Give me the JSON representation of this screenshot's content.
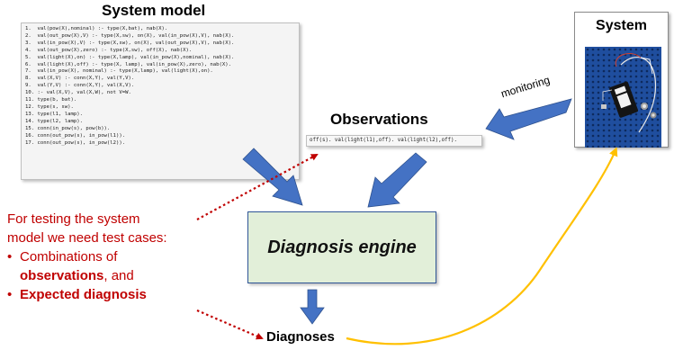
{
  "system_model": {
    "title": "System model",
    "code_lines": [
      "1.  val(pow(X),nominal) :- type(X,bat), nab(X).",
      "2.  val(out_pow(X),V) :- type(X,sw), on(X), val(in_pow(X),V), nab(X).",
      "3.  val(in_pow(X),V) :- type(X,sw), on(X), val(out_pow(X),V), nab(X).",
      "4.  val(out_pow(X),zero) :- type(X,sw), off(X), nab(X).",
      "5.  val(light(X),on) :- type(X,lamp), val(in_pow(X),nominal), nab(X).",
      "6.  val(light(X),off) :- type(X, lamp), val(in_pow(X),zero), nab(X).",
      "7.  val(in_pow(X), nominal) :- type(X,lamp), val(light(X),on).",
      "8.  val(X,V) :- conn(X,Y), val(Y,V).",
      "9.  val(Y,V) :- conn(X,Y), val(X,V).",
      "10. :- val(X,V), val(X,W), not V=W.",
      "11. type(b, bat).",
      "12. type(s, sw).",
      "13. type(l1, lamp).",
      "14. type(l2, lamp).",
      "15. conn(in_pow(s), pow(b)).",
      "16. conn(out_pow(s), in_pow(l1)).",
      "17. conn(out_pow(s), in_pow(l2))."
    ]
  },
  "observations": {
    "title": "Observations",
    "text": "off(s). val(light(l1),off). val(light(l2),off)."
  },
  "system": {
    "title": "System",
    "photo_icon": "circuit-board-photo"
  },
  "monitoring_label": "monitoring",
  "engine": {
    "label": "Diagnosis engine"
  },
  "diagnoses_label": "Diagnoses",
  "note": {
    "line1": "For testing the system",
    "line2": "model we need test cases:",
    "bullet1_prefix": "Combinations of",
    "bullet1_bold": "observations",
    "bullet1_suffix": ", and",
    "bullet2_bold": "Expected diagnosis",
    "bullet_char": "•"
  },
  "colors": {
    "arrow_blue": "#4472c4",
    "note_red": "#c00000",
    "curve_yellow": "#ffc000",
    "engine_fill": "#e2efd9",
    "photo_blue": "#1f4e9e"
  }
}
